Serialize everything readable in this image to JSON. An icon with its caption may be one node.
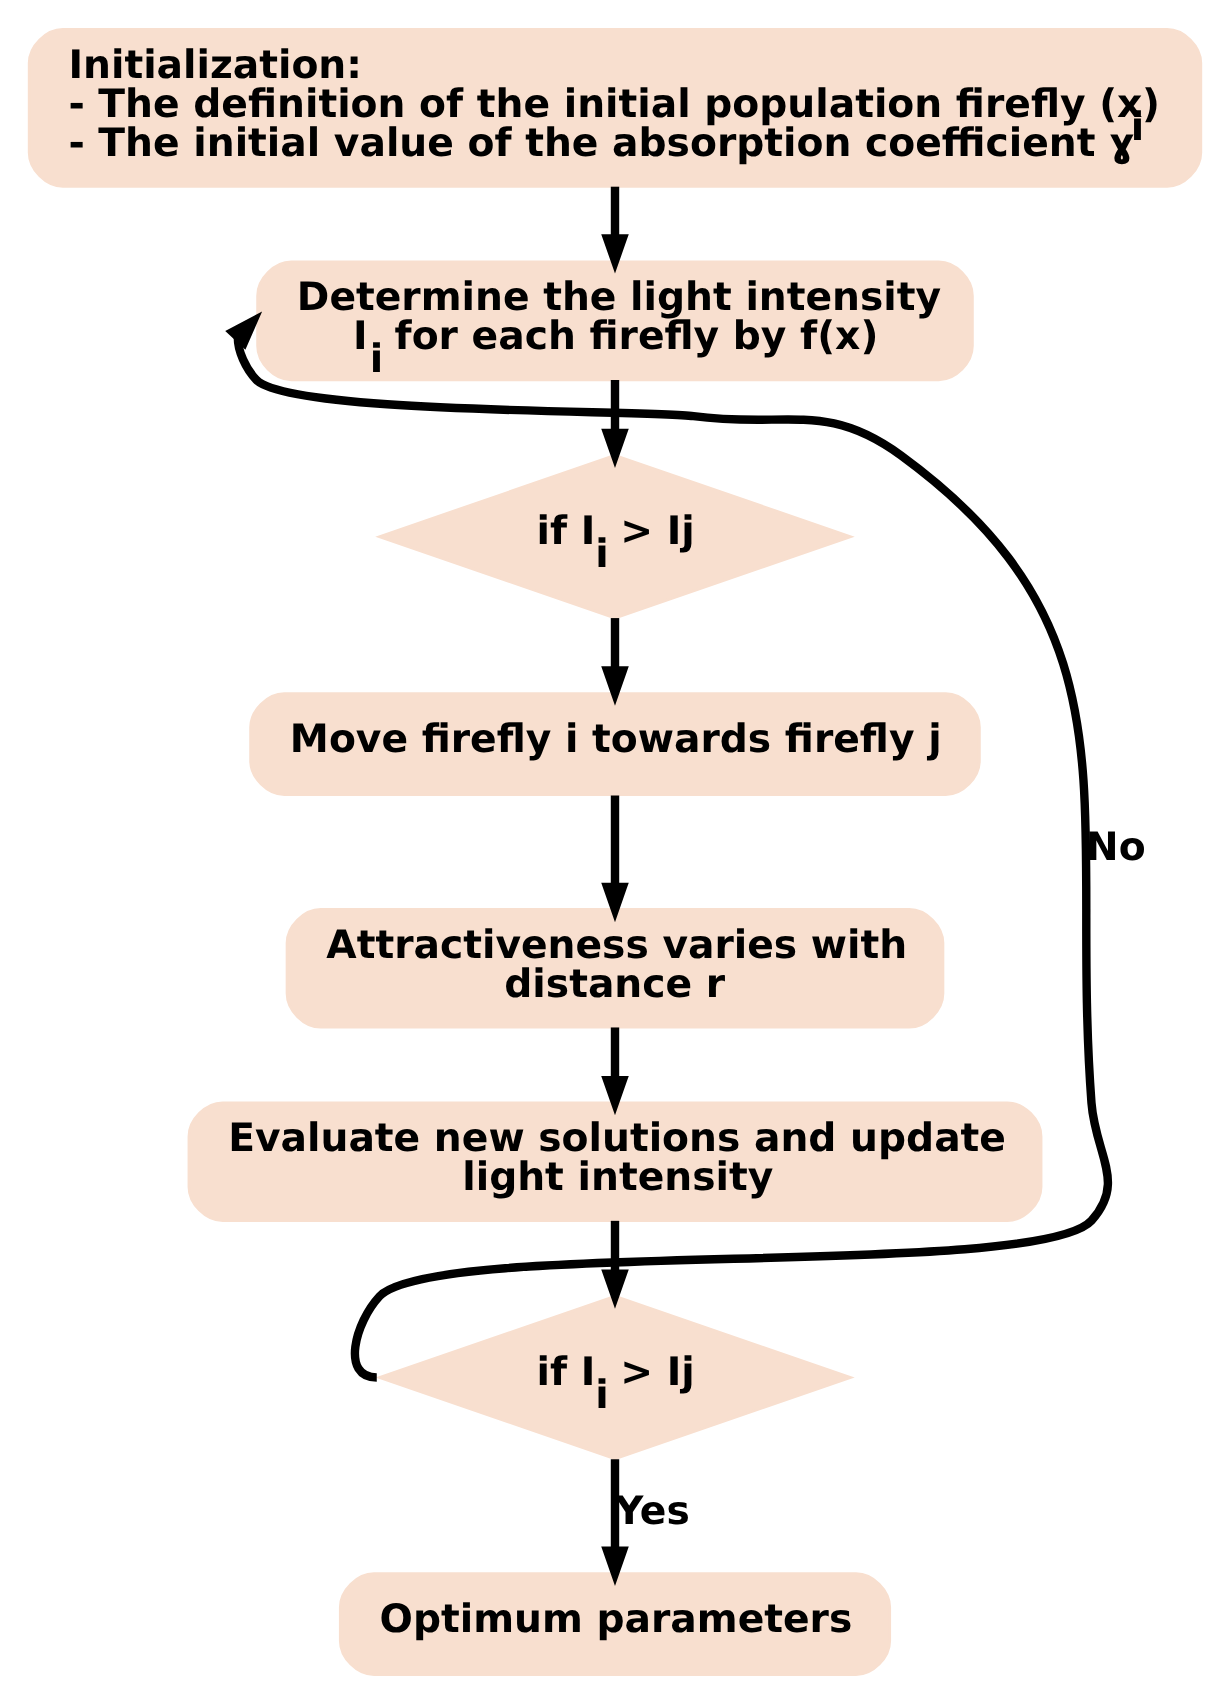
{
  "diagram": {
    "nodes": [
      {
        "text": [
          "Initialization:",
          "- The definition of the initial population firefly (x$_{i}$)",
          "- The initial value of the absorption coefficient ɣ"
        ]
      },
      {
        "text": [
          "Determine the light intensity I$_{i}$ for each firefly by f(x)"
        ]
      },
      {
        "text": [
          "if I$_{i}$ > Ij"
        ]
      },
      {
        "text": [
          "Move firefly i towards firefly j"
        ]
      },
      {
        "text": [
          "Attractiveness varies with distance r"
        ]
      },
      {
        "text": [
          "Evaluate new solutions and update light intensity"
        ]
      },
      {
        "text": [
          "if I$_{i}$ > Ij"
        ]
      },
      {
        "text": [
          "Optimum parameters"
        ]
      }
    ],
    "edges": [
      {
        "from": 0,
        "to": 1,
        "arrow": "to"
      },
      {
        "from": 1,
        "to": 2,
        "arrow": "to"
      },
      {
        "from": 2,
        "to": 3,
        "arrow": "to"
      },
      {
        "from": 3,
        "to": 4,
        "arrow": "to"
      },
      {
        "from": 4,
        "to": 5,
        "arrow": "to"
      },
      {
        "from": 5,
        "to": 6,
        "arrow": "to"
      },
      {
        "from": 6,
        "to": 1,
        "arrow": "to",
        "label": "No"
      },
      {
        "from": 6,
        "to": 7,
        "arrow": "to",
        "label": "Yes"
      }
    ]
  }
}
